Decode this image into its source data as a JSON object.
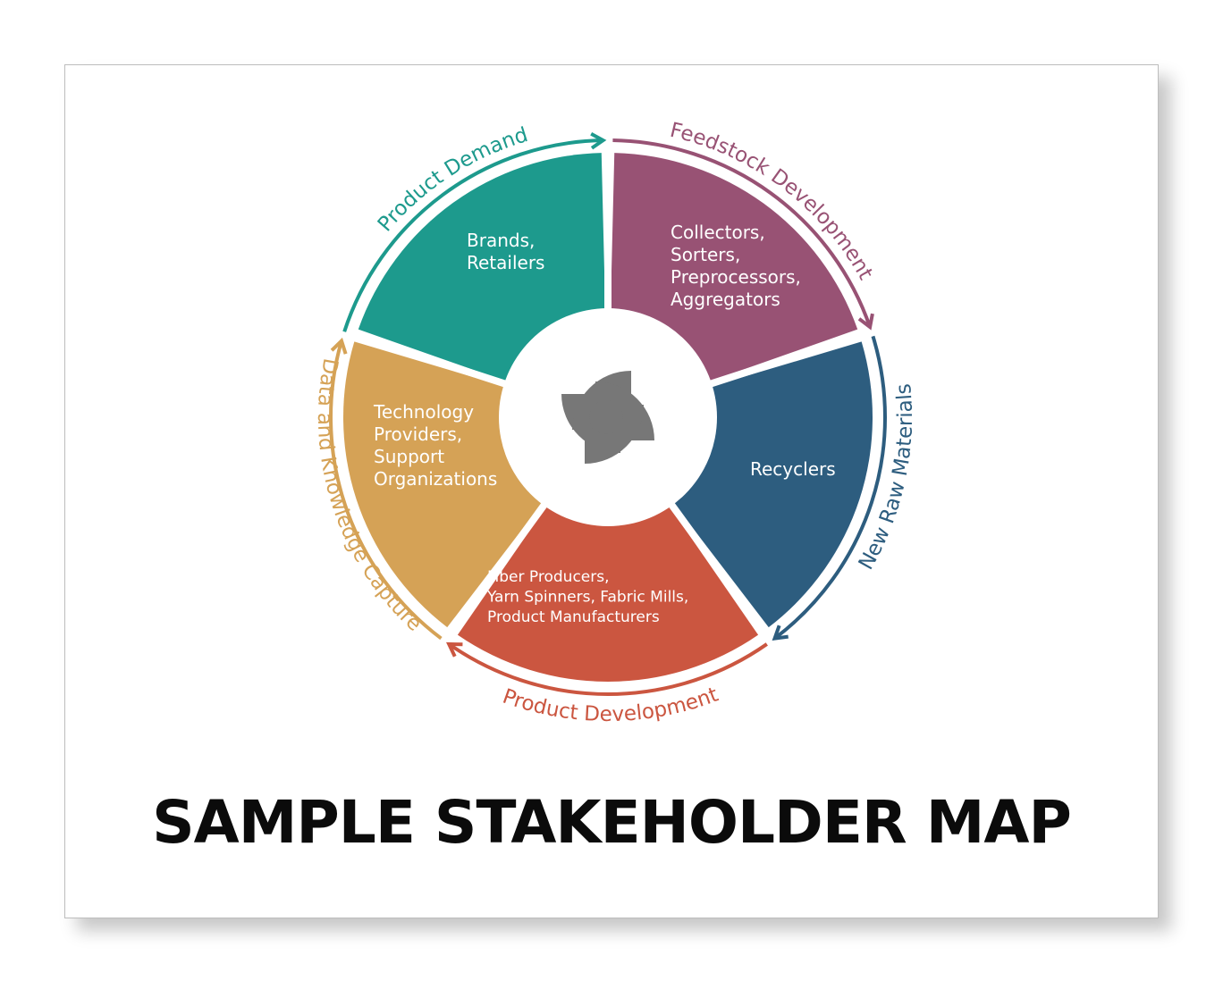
{
  "title": "SAMPLE STAKEHOLDER MAP",
  "segments": [
    {
      "lines": [
        "Brands,",
        "Retailers"
      ],
      "color": "#1d9a8d"
    },
    {
      "lines": [
        "Collectors,",
        "Sorters,",
        "Preprocessors,",
        "Aggregators"
      ],
      "color": "#985274"
    },
    {
      "lines": [
        "Recyclers"
      ],
      "color": "#2d5d7f"
    },
    {
      "lines": [
        "Fiber Producers,",
        "Yarn Spinners, Fabric Mills,",
        "Product Manufacturers"
      ],
      "color": "#cb5640"
    },
    {
      "lines": [
        "Technology",
        "Providers,",
        "Support",
        "Organizations"
      ],
      "color": "#d5a256"
    }
  ],
  "flows": [
    {
      "label": "Product Demand",
      "color": "#1d9a8d"
    },
    {
      "label": "Feedstock Development",
      "color": "#985274"
    },
    {
      "label": "New Raw Materials",
      "color": "#2d5d7f"
    },
    {
      "label": "Product Development",
      "color": "#cb5640"
    },
    {
      "label": "Data and Knowledge Capture",
      "color": "#d5a256"
    }
  ],
  "center_logo": {
    "icon": "circular-economy-logo-icon",
    "color": "#777777"
  }
}
